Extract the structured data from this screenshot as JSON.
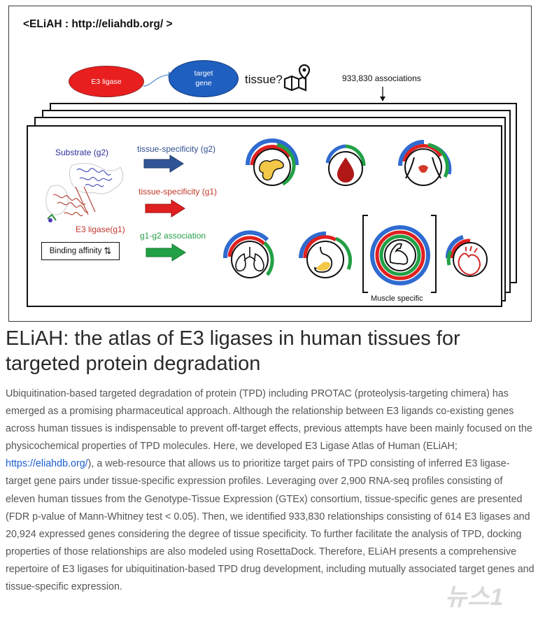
{
  "figure": {
    "header": "<ELiAH : http://eliahdb.org/ >",
    "e3_ligase_label": "E3 ligase",
    "target_gene_label": "target gene",
    "tissue_label": "tissue?",
    "associations_label": "933,830 associations",
    "substrate_label": "Substrate (g2)",
    "e3_ligase_g1_label": "E3 ligase(g1)",
    "binding_affinity_label": "Binding affinity",
    "arrows": [
      {
        "label": "tissue-specificity (g2)",
        "color": "#2f5597"
      },
      {
        "label": "tissue-specificity (g1)",
        "color": "#e02020"
      },
      {
        "label": "g1-g2 association",
        "color": "#22a045"
      }
    ],
    "tissue_icons": [
      "pancreas-icon",
      "blood-drop-icon",
      "thyroid-icon",
      "lung-icon",
      "stomach-icon",
      "muscle-icon",
      "heart-icon"
    ],
    "muscle_specific_label": "Muscle specific",
    "ring_colors": {
      "red": "#e02020",
      "blue": "#2f6bd0",
      "green": "#22a045"
    }
  },
  "article": {
    "title": "ELiAH: the atlas of E3 ligases in human tissues for targeted protein degradation",
    "abstract_before_link": "Ubiquitination-based targeted degradation of protein (TPD) including PROTAC (proteolysis-targeting chimera) has emerged as a promising pharmaceutical approach. Although the relationship between E3 ligands co-existing genes across human tissues is indispensable to prevent off-target effects, previous attempts have been mainly focused on the physicochemical properties of TPD molecules. Here, we developed E3 Ligase Atlas of Human (ELiAH; ",
    "abstract_link": "https://eliahdb.org/",
    "abstract_after_link": "), a web-resource that allows us to prioritize target pairs of TPD consisting of inferred E3 ligase-target gene pairs under tissue-specific expression profiles. Leveraging over 2,900 RNA-seq profiles consisting of eleven human tissues from the Genotype-Tissue Expression (GTEx) consortium, tissue-specific genes are presented (FDR p-value of Mann-Whitney test < 0.05). Then, we identified 933,830 relationships consisting of 614 E3 ligases and 20,924 expressed genes considering the degree of tissue specificity. To further facilitate the analysis of TPD, docking properties of those relationships are also modeled using RosettaDock. Therefore, ELiAH presents a comprehensive repertoire of E3 ligases for ubiquitination-based TPD drug development, including mutually associated target genes and tissue-specific expression."
  },
  "watermark": "뉴스1"
}
